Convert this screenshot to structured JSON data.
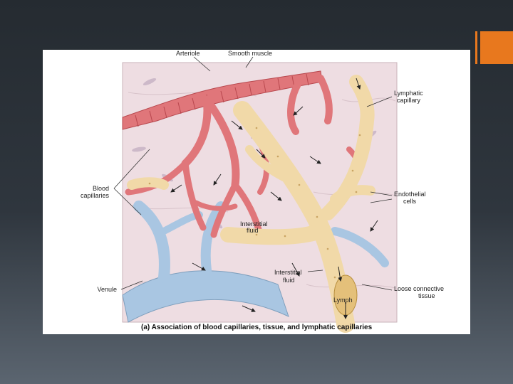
{
  "slide": {
    "accent_color": "#e8781e"
  },
  "figure": {
    "labels": {
      "arteriole": "Arteriole",
      "smooth_muscle": "Smooth muscle",
      "lymphatic_capillary_1": "Lymphatic",
      "lymphatic_capillary_2": "capillary",
      "blood_capillaries_1": "Blood",
      "blood_capillaries_2": "capillaries",
      "endothelial_cells_1": "Endothelial",
      "endothelial_cells_2": "cells",
      "interstitial_fluid_a_1": "Interstitial",
      "interstitial_fluid_a_2": "fluid",
      "interstitial_fluid_b_1": "Interstitial",
      "interstitial_fluid_b_2": "fluid",
      "venule": "Venule",
      "loose_connective_tissue_1": "Loose connective",
      "loose_connective_tissue_2": "tissue",
      "lymph": "Lymph"
    },
    "caption": "(a) Association of blood capillaries, tissue, and lymphatic capillaries",
    "colors": {
      "tissue": "#eedde2",
      "artery": "#e0767a",
      "vein": "#a9c6e2",
      "lymphatic": "#f1d9a8"
    }
  }
}
